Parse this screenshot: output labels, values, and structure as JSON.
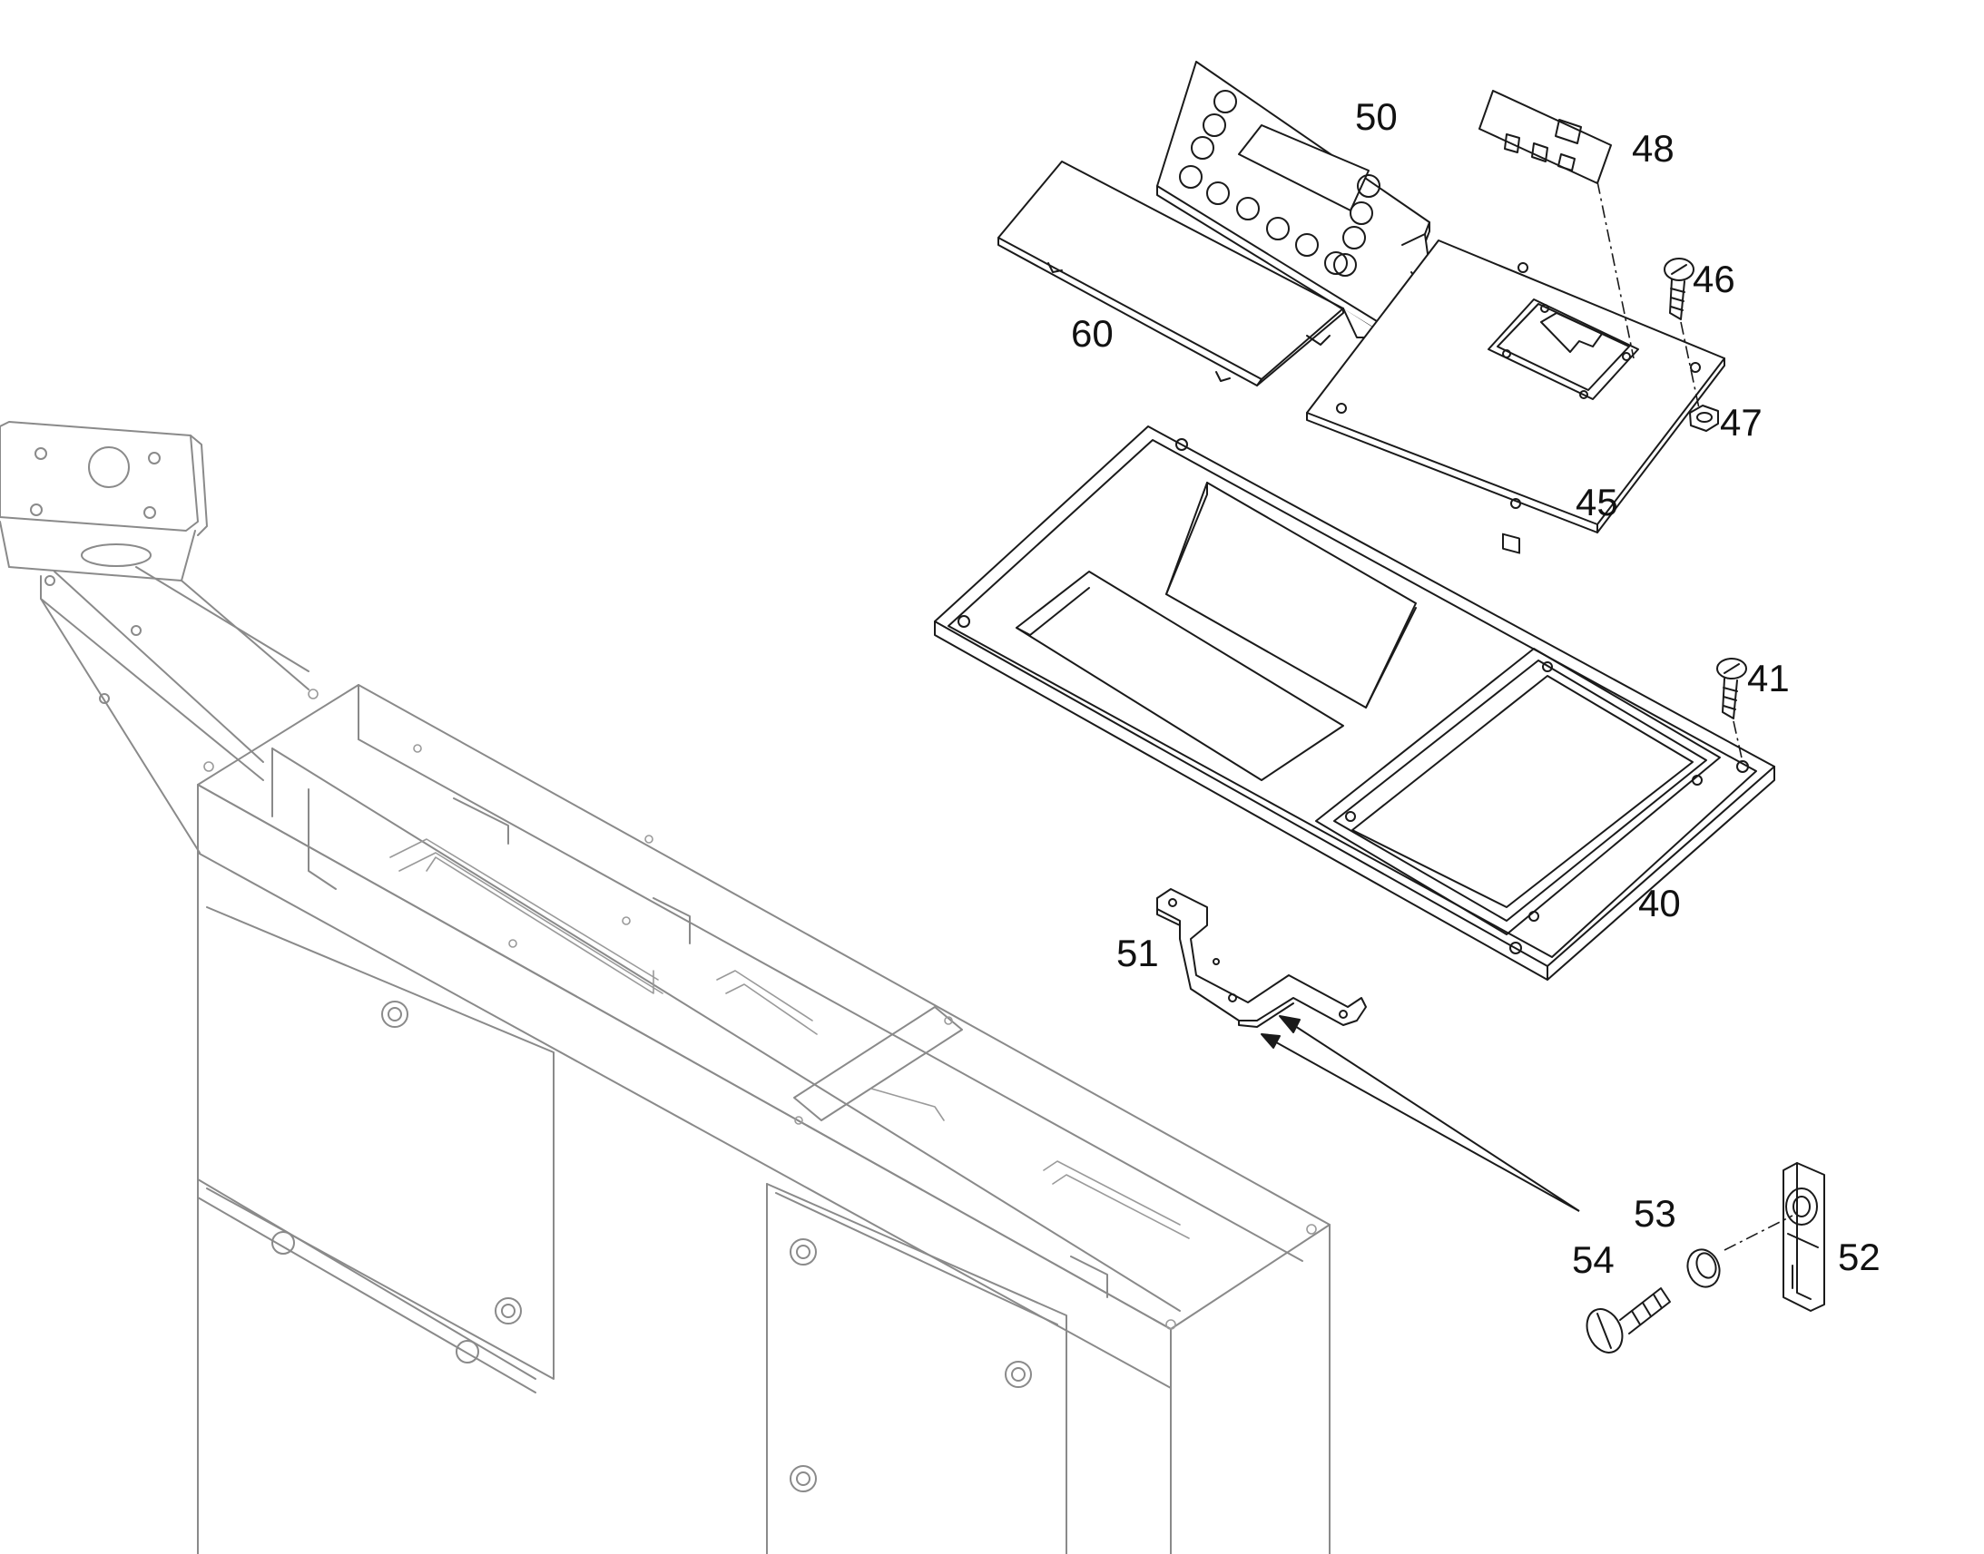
{
  "callouts": {
    "p50": "50",
    "p48": "48",
    "p46": "46",
    "p60": "60",
    "p47": "47",
    "p45": "45",
    "p41": "41",
    "p40": "40",
    "p51": "51",
    "p53": "53",
    "p54": "54",
    "p52": "52"
  },
  "colors": {
    "line": "#1a1a1a",
    "housing": "#8a8a8a",
    "background": "#ffffff"
  }
}
